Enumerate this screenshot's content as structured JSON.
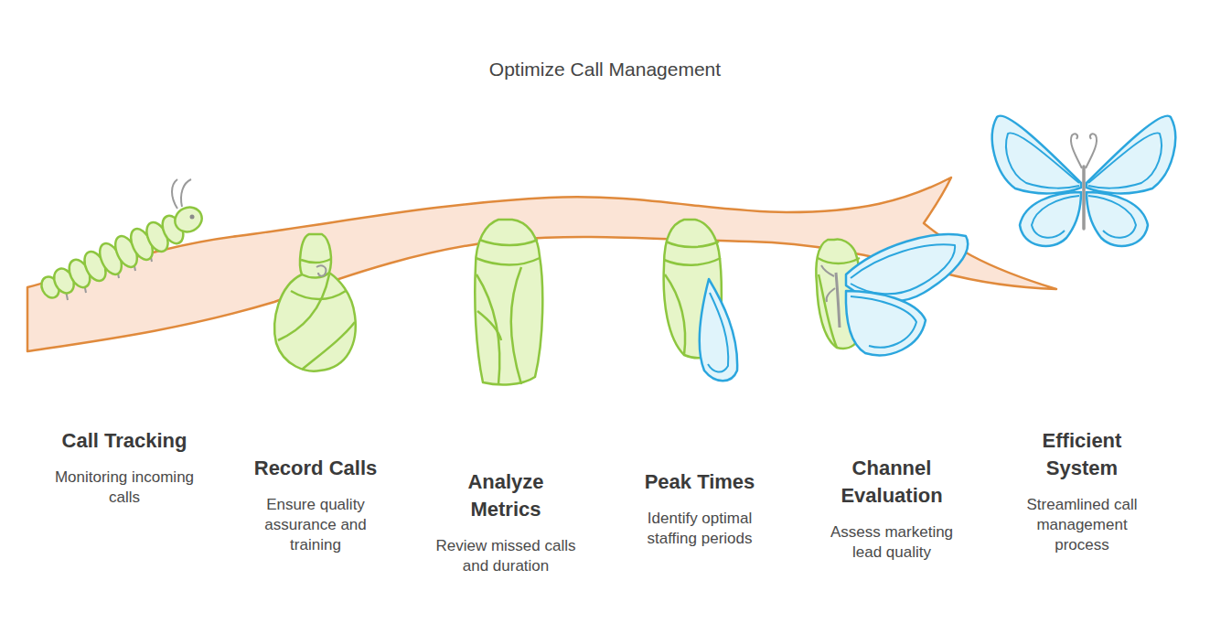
{
  "diagram": {
    "title": "Optimize Call Management",
    "nodes": [
      {
        "text": [
          "Call Tracking",
          "Monitoring incoming calls"
        ]
      },
      {
        "text": [
          "Record Calls",
          "Ensure quality assurance and training"
        ]
      },
      {
        "text": [
          "Analyze Metrics",
          "Review missed calls and duration"
        ]
      },
      {
        "text": [
          "Peak Times",
          "Identify optimal staffing periods"
        ]
      },
      {
        "text": [
          "Channel Evaluation",
          "Assess marketing lead quality"
        ]
      },
      {
        "text": [
          "Efficient System",
          "Streamlined call management process"
        ]
      }
    ]
  }
}
